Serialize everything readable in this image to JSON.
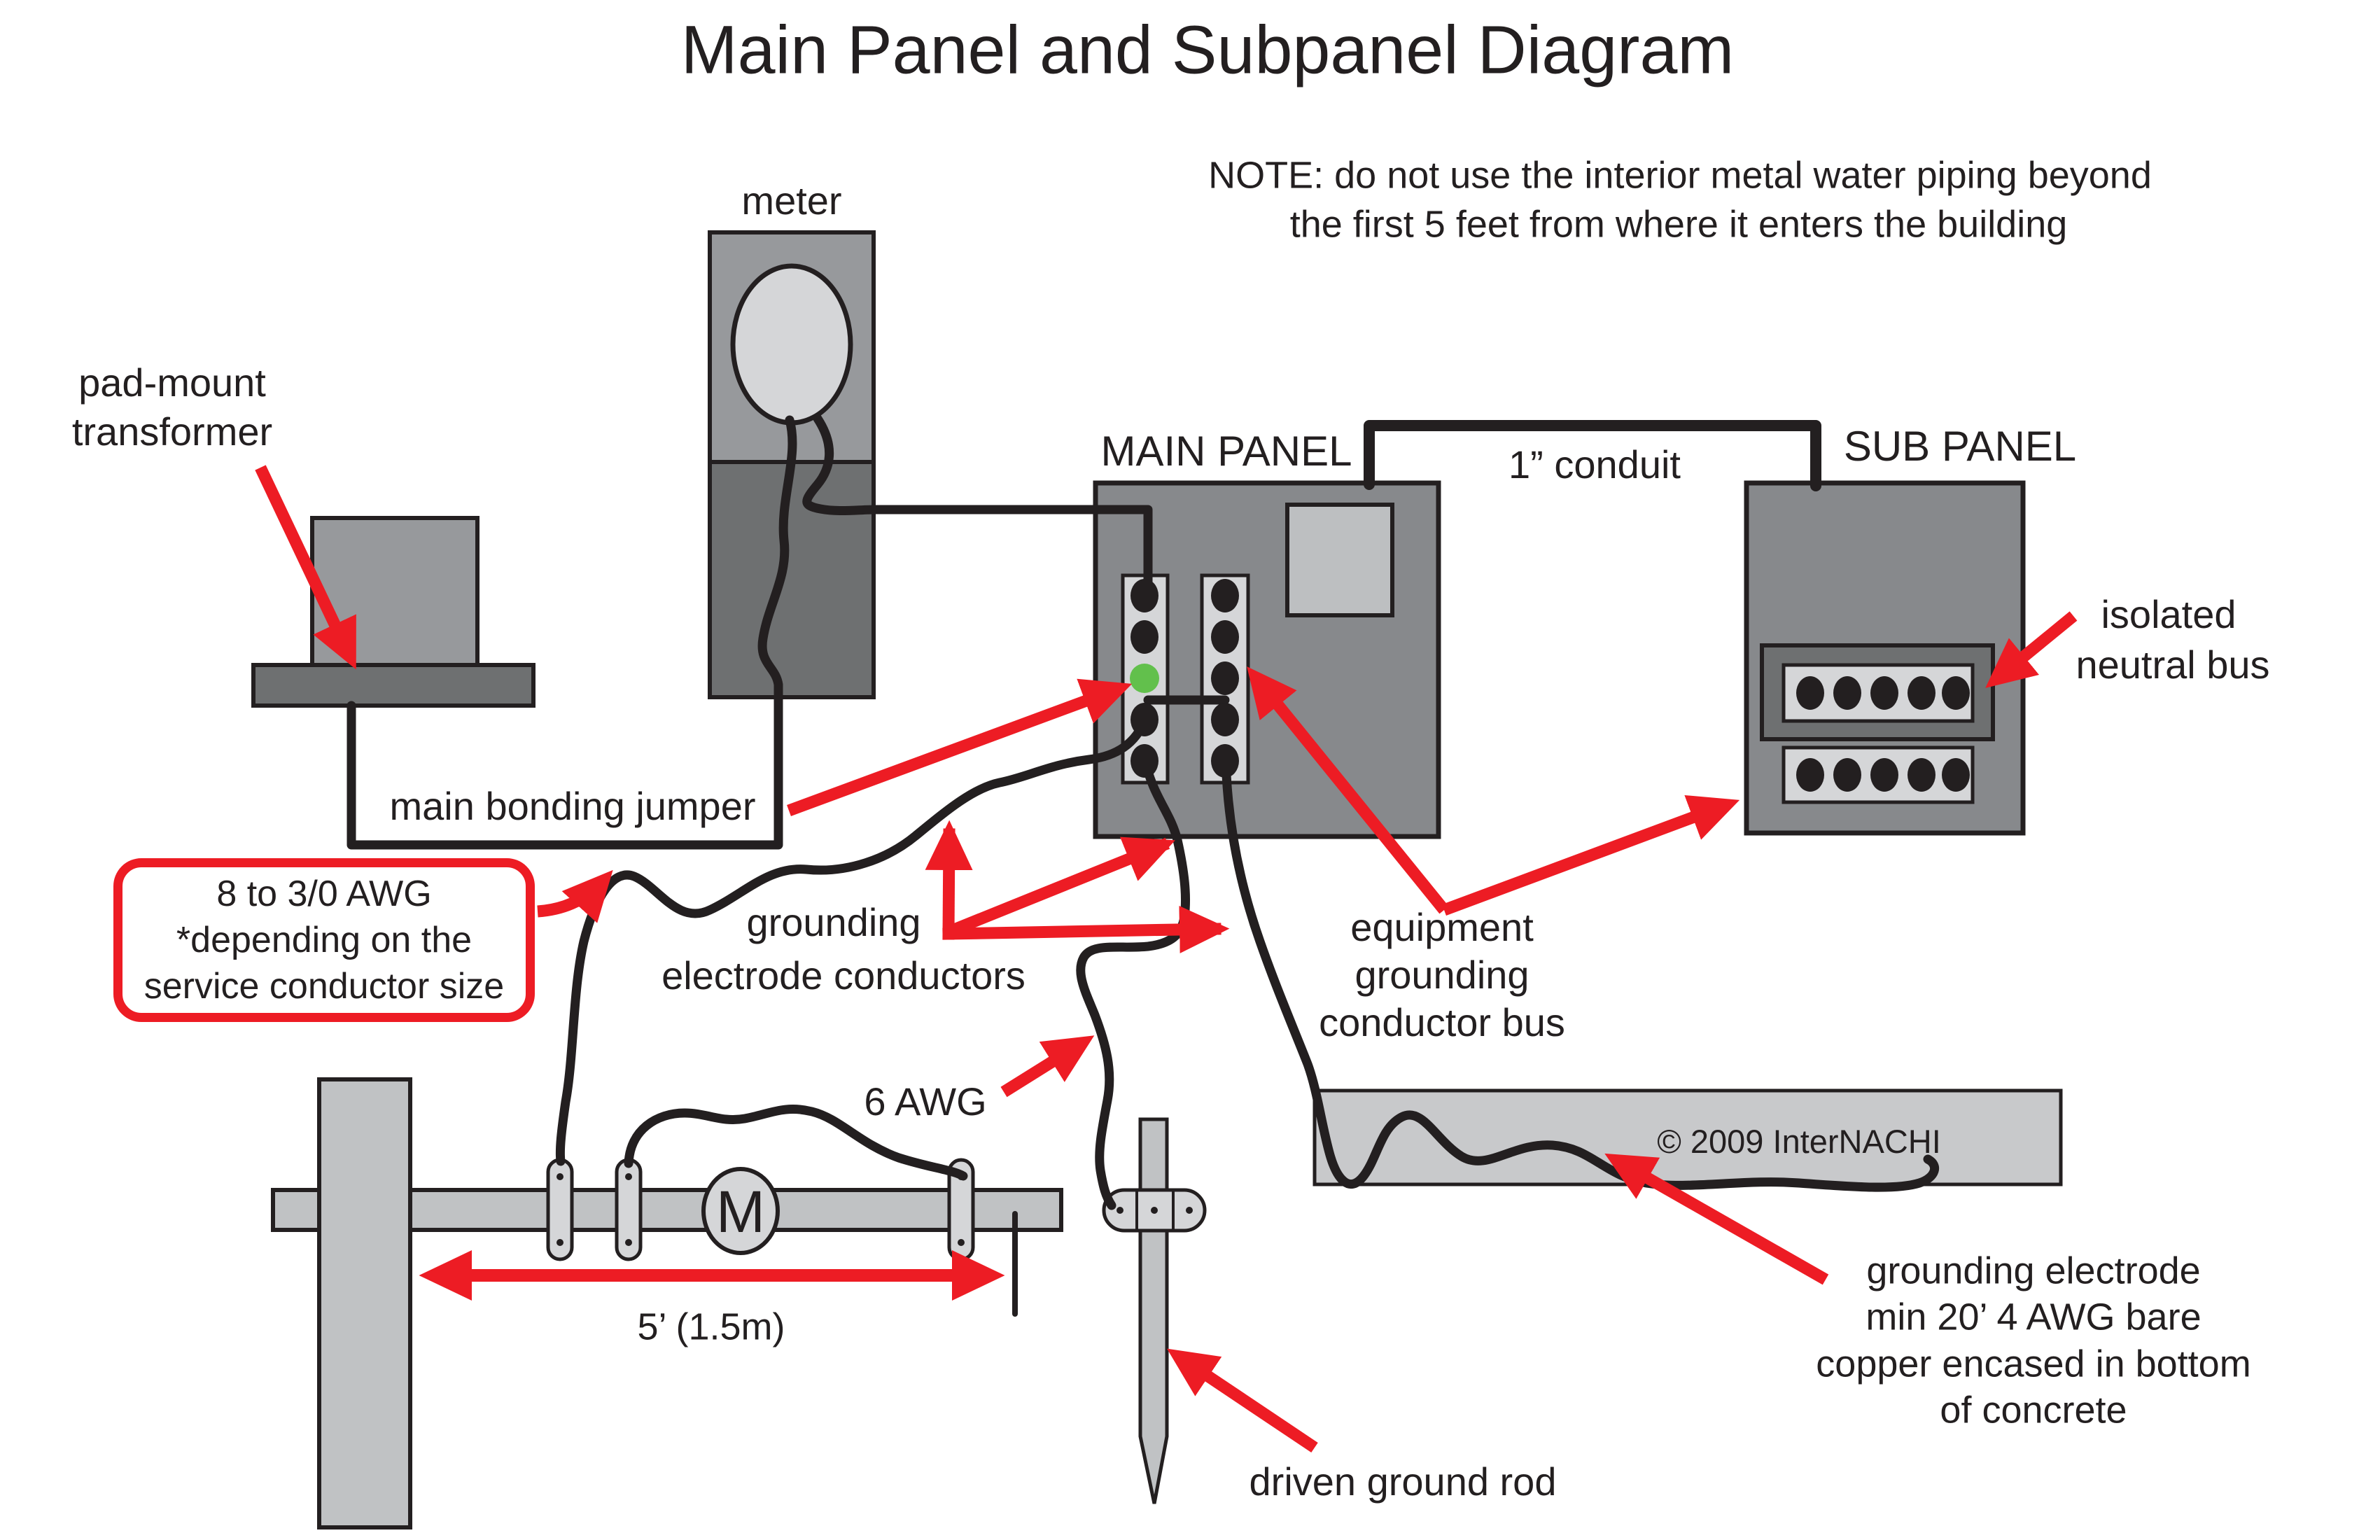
{
  "title": "Main Panel and Subpanel Diagram",
  "note": {
    "line1": "NOTE: do not use the interior metal water piping beyond",
    "line2": "the first 5 feet from where it enters the building"
  },
  "labels": {
    "meter": "meter",
    "pad_mount_line1": "pad-mount",
    "pad_mount_line2": "transformer",
    "main_panel": "MAIN PANEL",
    "conduit": "1” conduit",
    "sub_panel": "SUB PANEL",
    "isolated_neutral_line1": "isolated",
    "isolated_neutral_line2": "neutral bus",
    "main_bonding_jumper": "main bonding jumper",
    "awg_box_line1": "8 to 3/0 AWG",
    "awg_box_line2": "*depending on the",
    "awg_box_line3": "service conductor size",
    "gec_line1": "grounding",
    "gec_line2": "electrode conductors",
    "egc_line1": "equipment",
    "egc_line2": "grounding",
    "egc_line3": "conductor bus",
    "six_awg": "6 AWG",
    "copyright": "© 2009  InterNACHI",
    "pipe_dimension": "5’ (1.5m)",
    "driven_ground_rod": "driven ground rod",
    "ge_note_line1": "grounding electrode",
    "ge_note_line2": "min 20’ 4 AWG bare",
    "ge_note_line3": "copper encased in bottom",
    "ge_note_line4": "of concrete",
    "meter_dial": "M"
  },
  "colors": {
    "arrow_red": "#ed1c24",
    "bonding_green": "#62c04c",
    "panel_gray": "#87898c",
    "meter_top_gray": "#97999c",
    "meter_bottom_gray": "#6e7071",
    "bus_light_gray": "#d5d6d8",
    "breaker_gray": "#bdbfc1",
    "concrete_gray": "#c8c9cb",
    "pipe_gray": "#c0c2c4",
    "wire_black": "#231f20",
    "background": "#ffffff"
  }
}
